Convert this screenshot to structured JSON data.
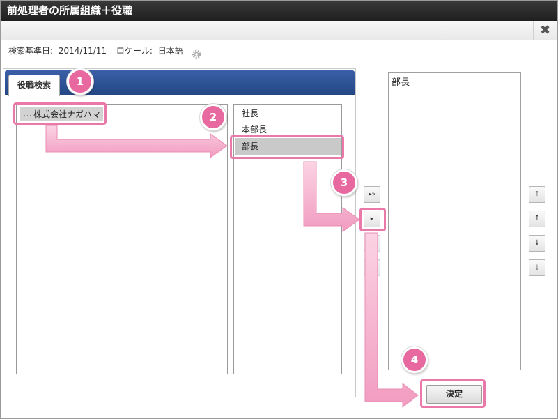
{
  "window": {
    "title": "前処理者の所属組織＋役職",
    "close_icon": "close-icon"
  },
  "info": {
    "base_date_label": "検索基準日:",
    "base_date_value": "2014/11/11",
    "locale_label": "ロケール:",
    "locale_value": "日本語",
    "settings_icon": "gear-icon"
  },
  "search": {
    "tab_label": "役職検索",
    "org_tree": [
      "株式会社ナガハマ"
    ],
    "roles": [
      {
        "label": "社長",
        "selected": false
      },
      {
        "label": "本部長",
        "selected": false
      },
      {
        "label": "部長",
        "selected": true
      }
    ]
  },
  "transfer_buttons": {
    "add_all_icon": "double-arrow-right-icon",
    "add_icon": "arrow-right-icon",
    "add_all_glyph": "▸»",
    "add_glyph": "▸"
  },
  "selected": {
    "items": [
      "部長"
    ]
  },
  "order_buttons": {
    "move_top_glyph": "⤒",
    "move_up_glyph": "↑",
    "move_down_glyph": "↓",
    "move_bottom_glyph": "⤓"
  },
  "actions": {
    "decide_label": "決定"
  },
  "callouts": [
    "1",
    "2",
    "3",
    "4"
  ],
  "colors": {
    "accent_pink": "#e8699f",
    "tab_blue": "#2c4f95"
  }
}
